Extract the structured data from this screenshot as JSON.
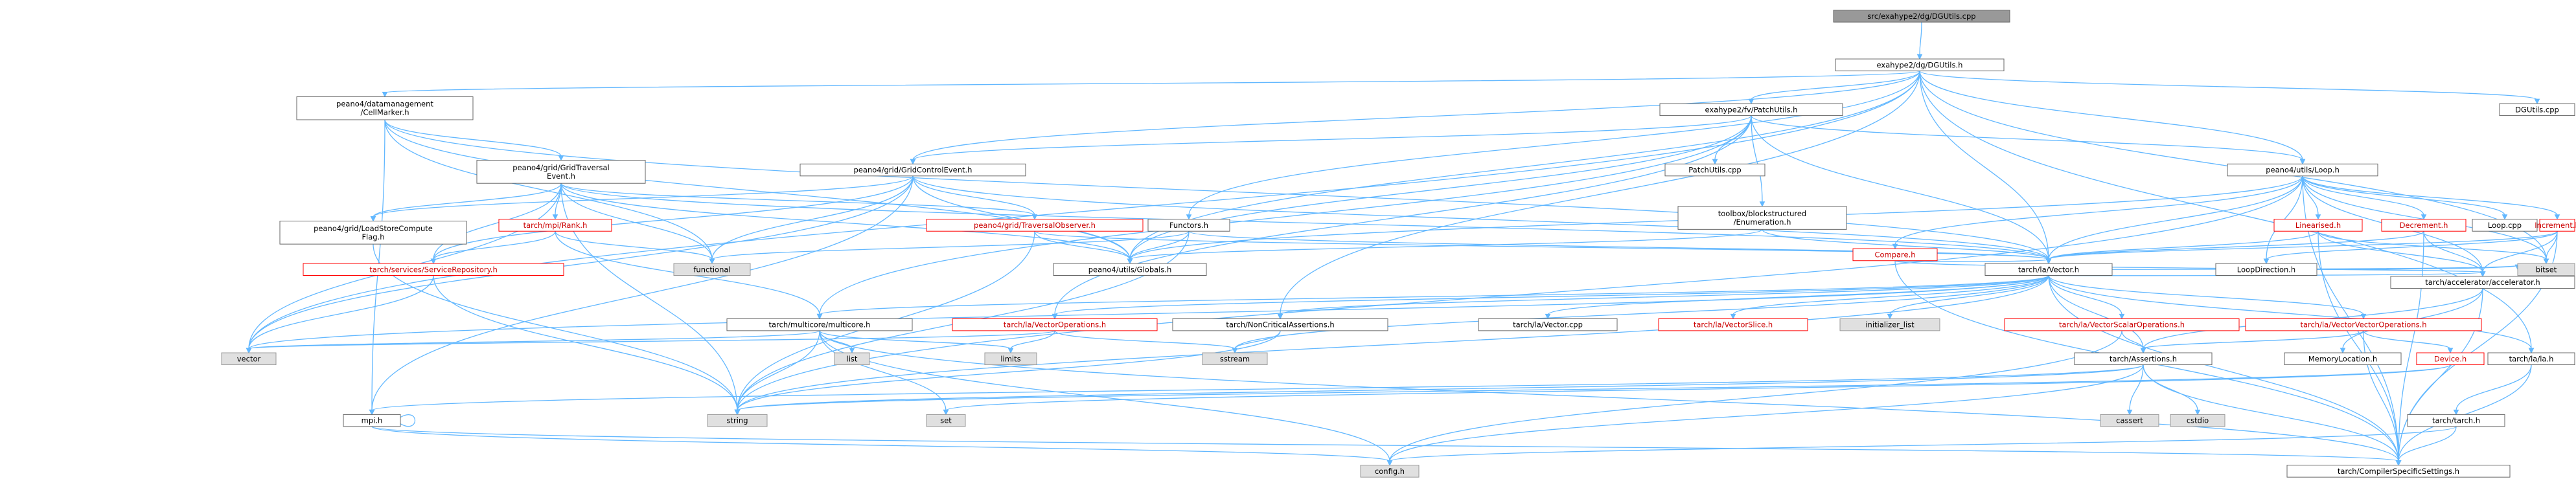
{
  "colors": {
    "edge": "#63b8ff",
    "normal_fill": "#ffffff",
    "normal_border": "#666666",
    "normal_text": "#000000",
    "root_fill": "#999999",
    "red_border": "#ff0000",
    "red_text": "#cc0000",
    "ext_fill": "#e0e0e0",
    "ext_border": "#999999"
  },
  "nodes": [
    {
      "id": "root",
      "lines": [
        "src/exahype2/dg/DGUtils.cpp"
      ],
      "kind": "root"
    },
    {
      "id": "dgutils_h",
      "lines": [
        "exahype2/dg/DGUtils.h"
      ],
      "kind": "normal"
    },
    {
      "id": "cellmarker",
      "lines": [
        "peano4/datamanagement",
        "/CellMarker.h"
      ],
      "kind": "normal"
    },
    {
      "id": "patchutils",
      "lines": [
        "exahype2/fv/PatchUtils.h"
      ],
      "kind": "normal"
    },
    {
      "id": "dgutils_cpp",
      "lines": [
        "DGUtils.cpp"
      ],
      "kind": "normal"
    },
    {
      "id": "gridtraversal",
      "lines": [
        "peano4/grid/GridTraversal",
        "Event.h"
      ],
      "kind": "normal"
    },
    {
      "id": "gridcontrol",
      "lines": [
        "peano4/grid/GridControlEvent.h"
      ],
      "kind": "normal"
    },
    {
      "id": "patchutils_cpp",
      "lines": [
        "PatchUtils.cpp"
      ],
      "kind": "normal"
    },
    {
      "id": "blockenum",
      "lines": [
        "toolbox/blockstructured",
        "/Enumeration.h"
      ],
      "kind": "normal"
    },
    {
      "id": "loop_h",
      "lines": [
        "peano4/utils/Loop.h"
      ],
      "kind": "normal"
    },
    {
      "id": "loadstore",
      "lines": [
        "peano4/grid/LoadStoreCompute",
        "Flag.h"
      ],
      "kind": "normal"
    },
    {
      "id": "rank",
      "lines": [
        "tarch/mpi/Rank.h"
      ],
      "kind": "red"
    },
    {
      "id": "traversalobs",
      "lines": [
        "peano4/grid/TraversalObserver.h"
      ],
      "kind": "red"
    },
    {
      "id": "functors",
      "lines": [
        "Functors.h"
      ],
      "kind": "normal"
    },
    {
      "id": "linearised",
      "lines": [
        "Linearised.h"
      ],
      "kind": "red"
    },
    {
      "id": "decrement",
      "lines": [
        "Decrement.h"
      ],
      "kind": "red"
    },
    {
      "id": "loop_cpp",
      "lines": [
        "Loop.cpp"
      ],
      "kind": "normal"
    },
    {
      "id": "increment",
      "lines": [
        "Increment.h"
      ],
      "kind": "red"
    },
    {
      "id": "compare",
      "lines": [
        "Compare.h"
      ],
      "kind": "red"
    },
    {
      "id": "servicerepo",
      "lines": [
        "tarch/services/ServiceRepository.h"
      ],
      "kind": "red"
    },
    {
      "id": "functional",
      "lines": [
        "functional"
      ],
      "kind": "ext"
    },
    {
      "id": "globals",
      "lines": [
        "peano4/utils/Globals.h"
      ],
      "kind": "normal"
    },
    {
      "id": "vector_h",
      "lines": [
        "tarch/la/Vector.h"
      ],
      "kind": "normal"
    },
    {
      "id": "loopdir",
      "lines": [
        "LoopDirection.h"
      ],
      "kind": "normal"
    },
    {
      "id": "multicore",
      "lines": [
        "tarch/multicore/multicore.h"
      ],
      "kind": "normal"
    },
    {
      "id": "vecops",
      "lines": [
        "tarch/la/VectorOperations.h"
      ],
      "kind": "red"
    },
    {
      "id": "noncrit",
      "lines": [
        "tarch/NonCriticalAssertions.h"
      ],
      "kind": "normal"
    },
    {
      "id": "vector_cpp",
      "lines": [
        "tarch/la/Vector.cpp"
      ],
      "kind": "normal"
    },
    {
      "id": "vecslice",
      "lines": [
        "tarch/la/VectorSlice.h"
      ],
      "kind": "red"
    },
    {
      "id": "initlist",
      "lines": [
        "initializer_list"
      ],
      "kind": "ext"
    },
    {
      "id": "vecscalar",
      "lines": [
        "tarch/la/VectorScalarOperations.h"
      ],
      "kind": "red"
    },
    {
      "id": "vecvec",
      "lines": [
        "tarch/la/VectorVectorOperations.h"
      ],
      "kind": "red"
    },
    {
      "id": "accel",
      "lines": [
        "tarch/accelerator/accelerator.h"
      ],
      "kind": "normal"
    },
    {
      "id": "bitset",
      "lines": [
        "bitset"
      ],
      "kind": "ext"
    },
    {
      "id": "list",
      "lines": [
        "list"
      ],
      "kind": "ext"
    },
    {
      "id": "limits",
      "lines": [
        "limits"
      ],
      "kind": "ext"
    },
    {
      "id": "sstream",
      "lines": [
        "sstream"
      ],
      "kind": "ext"
    },
    {
      "id": "vector",
      "lines": [
        "vector"
      ],
      "kind": "ext"
    },
    {
      "id": "assertions",
      "lines": [
        "tarch/Assertions.h"
      ],
      "kind": "normal"
    },
    {
      "id": "memloc",
      "lines": [
        "MemoryLocation.h"
      ],
      "kind": "normal"
    },
    {
      "id": "device",
      "lines": [
        "Device.h"
      ],
      "kind": "red"
    },
    {
      "id": "la_h",
      "lines": [
        "tarch/la/la.h"
      ],
      "kind": "normal"
    },
    {
      "id": "mpi",
      "lines": [
        "mpi.h"
      ],
      "kind": "normal"
    },
    {
      "id": "string",
      "lines": [
        "string"
      ],
      "kind": "ext"
    },
    {
      "id": "set",
      "lines": [
        "set"
      ],
      "kind": "ext"
    },
    {
      "id": "cassert",
      "lines": [
        "cassert"
      ],
      "kind": "ext"
    },
    {
      "id": "cstdio",
      "lines": [
        "cstdio"
      ],
      "kind": "ext"
    },
    {
      "id": "tarch_h",
      "lines": [
        "tarch/tarch.h"
      ],
      "kind": "normal"
    },
    {
      "id": "config",
      "lines": [
        "config.h"
      ],
      "kind": "ext"
    },
    {
      "id": "compiler",
      "lines": [
        "tarch/CompilerSpecificSettings.h"
      ],
      "kind": "normal"
    }
  ],
  "edges": [
    [
      "root",
      "dgutils_h"
    ],
    [
      "dgutils_h",
      "cellmarker"
    ],
    [
      "dgutils_h",
      "patchutils"
    ],
    [
      "dgutils_h",
      "dgutils_cpp"
    ],
    [
      "dgutils_h",
      "gridcontrol"
    ],
    [
      "dgutils_h",
      "loop_h"
    ],
    [
      "dgutils_h",
      "functors"
    ],
    [
      "dgutils_h",
      "globals"
    ],
    [
      "dgutils_h",
      "vector_h"
    ],
    [
      "dgutils_h",
      "vector"
    ],
    [
      "dgutils_h",
      "noncrit"
    ],
    [
      "dgutils_h",
      "la_h"
    ],
    [
      "dgutils_h",
      "bitset"
    ],
    [
      "cellmarker",
      "gridtraversal"
    ],
    [
      "cellmarker",
      "globals"
    ],
    [
      "cellmarker",
      "vector_h"
    ],
    [
      "cellmarker",
      "functional"
    ],
    [
      "cellmarker",
      "mpi"
    ],
    [
      "gridtraversal",
      "loadstore"
    ],
    [
      "gridtraversal",
      "rank"
    ],
    [
      "gridtraversal",
      "traversalobs"
    ],
    [
      "gridtraversal",
      "servicerepo"
    ],
    [
      "gridtraversal",
      "functional"
    ],
    [
      "gridtraversal",
      "globals"
    ],
    [
      "gridtraversal",
      "vector_h"
    ],
    [
      "gridtraversal",
      "vector"
    ],
    [
      "gridtraversal",
      "string"
    ],
    [
      "patchutils",
      "patchutils_cpp"
    ],
    [
      "patchutils",
      "gridcontrol"
    ],
    [
      "patchutils",
      "blockenum"
    ],
    [
      "patchutils",
      "loop_h"
    ],
    [
      "patchutils",
      "globals"
    ],
    [
      "patchutils",
      "vector_h"
    ],
    [
      "patchutils",
      "multicore"
    ],
    [
      "patchutils",
      "vecops"
    ],
    [
      "gridcontrol",
      "loadstore"
    ],
    [
      "gridcontrol",
      "traversalobs"
    ],
    [
      "gridcontrol",
      "servicerepo"
    ],
    [
      "gridcontrol",
      "functional"
    ],
    [
      "gridcontrol",
      "globals"
    ],
    [
      "gridcontrol",
      "vector_h"
    ],
    [
      "gridcontrol",
      "vector"
    ],
    [
      "gridcontrol",
      "mpi"
    ],
    [
      "blockenum",
      "globals"
    ],
    [
      "blockenum",
      "vector_h"
    ],
    [
      "loop_h",
      "linearised"
    ],
    [
      "loop_h",
      "decrement"
    ],
    [
      "loop_h",
      "loop_cpp"
    ],
    [
      "loop_h",
      "increment"
    ],
    [
      "loop_h",
      "compare"
    ],
    [
      "loop_h",
      "loopdir"
    ],
    [
      "loop_h",
      "globals"
    ],
    [
      "loop_h",
      "vector_h"
    ],
    [
      "loop_h",
      "accel"
    ],
    [
      "loop_h",
      "bitset"
    ],
    [
      "loop_h",
      "compiler"
    ],
    [
      "loop_h",
      "string"
    ],
    [
      "rank",
      "functional"
    ],
    [
      "rank",
      "multicore"
    ],
    [
      "rank",
      "servicerepo"
    ],
    [
      "traversalobs",
      "globals"
    ],
    [
      "traversalobs",
      "vector_h"
    ],
    [
      "traversalobs",
      "string"
    ],
    [
      "functors",
      "functional"
    ],
    [
      "functors",
      "vector_h"
    ],
    [
      "functors",
      "globals"
    ],
    [
      "functors",
      "string"
    ],
    [
      "linearised",
      "vector_h"
    ],
    [
      "linearised",
      "accel"
    ],
    [
      "linearised",
      "bitset"
    ],
    [
      "linearised",
      "compiler"
    ],
    [
      "decrement",
      "vector_h"
    ],
    [
      "decrement",
      "accel"
    ],
    [
      "decrement",
      "compiler"
    ],
    [
      "increment",
      "vector_h"
    ],
    [
      "increment",
      "accel"
    ],
    [
      "increment",
      "bitset"
    ],
    [
      "increment",
      "loopdir"
    ],
    [
      "increment",
      "compiler"
    ],
    [
      "compare",
      "vector_h"
    ],
    [
      "compare",
      "accel"
    ],
    [
      "compare",
      "compiler"
    ],
    [
      "loopdir",
      "bitset"
    ],
    [
      "servicerepo",
      "vector"
    ],
    [
      "servicerepo",
      "string"
    ],
    [
      "loadstore",
      "string"
    ],
    [
      "vector_h",
      "multicore"
    ],
    [
      "vector_h",
      "vecops"
    ],
    [
      "vector_h",
      "noncrit"
    ],
    [
      "vector_h",
      "vector_cpp"
    ],
    [
      "vector_h",
      "vecslice"
    ],
    [
      "vector_h",
      "initlist"
    ],
    [
      "vector_h",
      "vecscalar"
    ],
    [
      "vector_h",
      "vecvec"
    ],
    [
      "vector_h",
      "accel"
    ],
    [
      "vector_h",
      "bitset"
    ],
    [
      "vector_h",
      "vector"
    ],
    [
      "vector_h",
      "sstream"
    ],
    [
      "vector_h",
      "assertions"
    ],
    [
      "vector_h",
      "la_h"
    ],
    [
      "vector_h",
      "compiler"
    ],
    [
      "vector_h",
      "string"
    ],
    [
      "multicore",
      "list"
    ],
    [
      "multicore",
      "limits"
    ],
    [
      "multicore",
      "vector"
    ],
    [
      "multicore",
      "string"
    ],
    [
      "multicore",
      "set"
    ],
    [
      "multicore",
      "config"
    ],
    [
      "multicore",
      "compiler"
    ],
    [
      "vecops",
      "vector"
    ],
    [
      "vecops",
      "limits"
    ],
    [
      "vecops",
      "sstream"
    ],
    [
      "noncrit",
      "sstream"
    ],
    [
      "noncrit",
      "string"
    ],
    [
      "vecscalar",
      "assertions"
    ],
    [
      "vecscalar",
      "config"
    ],
    [
      "vecvec",
      "assertions"
    ],
    [
      "vecvec",
      "compiler"
    ],
    [
      "vecvec",
      "device"
    ],
    [
      "accel",
      "memloc"
    ],
    [
      "accel",
      "compiler"
    ],
    [
      "accel",
      "assertions"
    ],
    [
      "assertions",
      "cassert"
    ],
    [
      "assertions",
      "cstdio"
    ],
    [
      "assertions",
      "string"
    ],
    [
      "assertions",
      "config"
    ],
    [
      "assertions",
      "compiler"
    ],
    [
      "assertions",
      "mpi"
    ],
    [
      "device",
      "string"
    ],
    [
      "device",
      "set"
    ],
    [
      "la_h",
      "tarch_h"
    ],
    [
      "la_h",
      "compiler"
    ],
    [
      "tarch_h",
      "config"
    ],
    [
      "tarch_h",
      "compiler"
    ],
    [
      "mpi",
      "mpi"
    ],
    [
      "mpi",
      "config"
    ],
    [
      "mpi",
      "compiler"
    ]
  ]
}
